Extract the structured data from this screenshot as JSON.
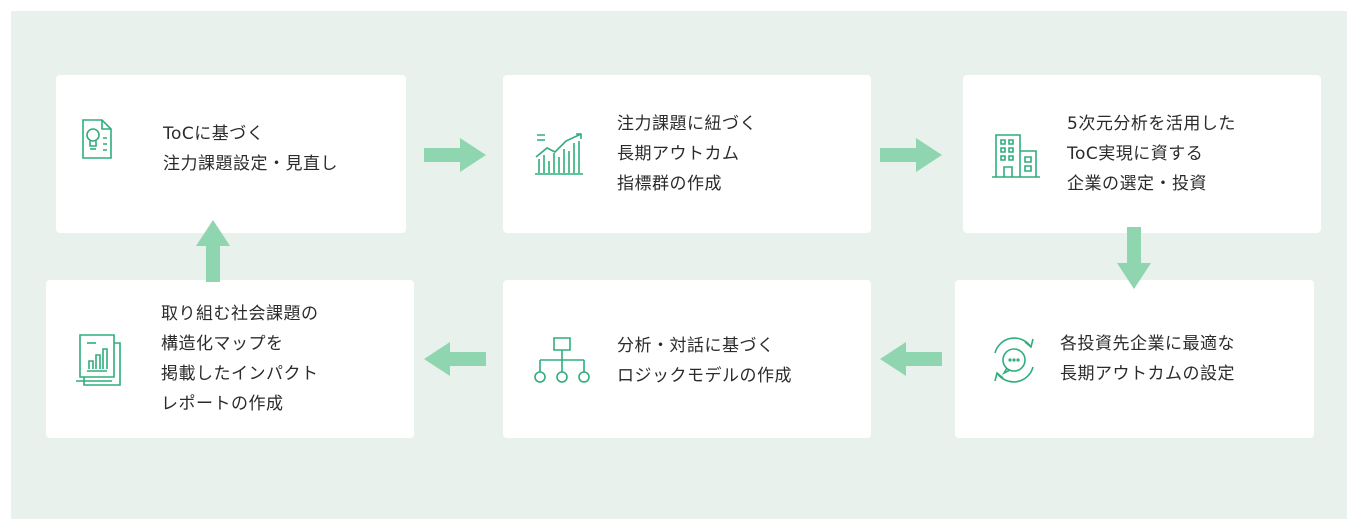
{
  "colors": {
    "background": "#e8f1ec",
    "card": "#ffffff",
    "accent": "#2fae7c",
    "arrow": "#8fd5b0",
    "text": "#2b2b2b"
  },
  "cards": [
    {
      "icon": "lightbulb-document-icon",
      "lines": [
        "ToCに基づく",
        "注力課題設定・見直し"
      ]
    },
    {
      "icon": "growth-chart-icon",
      "lines": [
        "注力課題に紐づく",
        "長期アウトカム",
        "指標群の作成"
      ]
    },
    {
      "icon": "office-building-icon",
      "lines": [
        "5次元分析を活用した",
        "ToC実現に資する",
        "企業の選定・投資"
      ]
    },
    {
      "icon": "dialogue-cycle-icon",
      "lines": [
        "各投資先企業に最適な",
        "長期アウトカムの設定"
      ]
    },
    {
      "icon": "hierarchy-diagram-icon",
      "lines": [
        "分析・対話に基づく",
        "ロジックモデルの作成"
      ]
    },
    {
      "icon": "report-chart-icon",
      "lines": [
        "取り組む社会課題の",
        "構造化マップを",
        "掲載したインパクト",
        "レポートの作成"
      ]
    }
  ]
}
